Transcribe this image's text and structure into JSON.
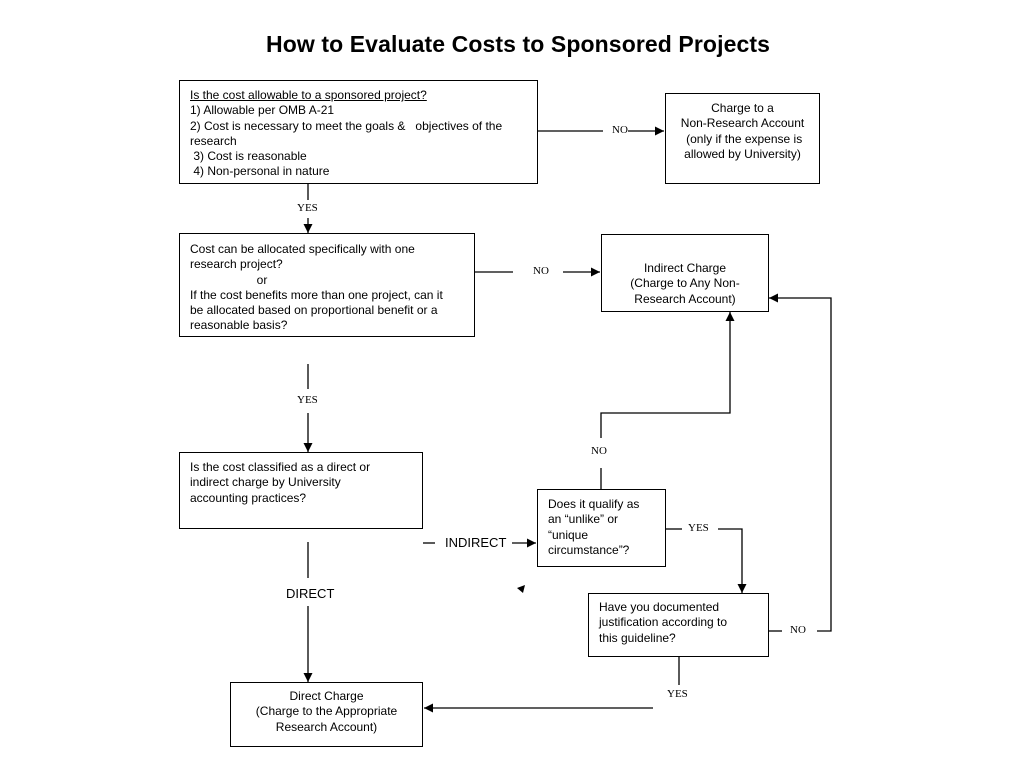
{
  "title": "How to Evaluate Costs to Sponsored Projects",
  "boxes": {
    "allowable": {
      "heading": "Is the cost allowable to a sponsored project?",
      "lines": [
        "1) Allowable per OMB A-21",
        "2) Cost is necessary to meet the goals &   objectives of the",
        "research",
        " 3) Cost is reasonable",
        " 4) Non-personal in nature"
      ]
    },
    "non_research": {
      "lines": [
        "Charge to a",
        "Non-Research Account",
        " (only if the expense is",
        "allowed by University)"
      ]
    },
    "allocated": {
      "lines": [
        "Cost can be allocated specifically with one",
        "research project?",
        "                    or",
        "If the cost benefits more than one project, can it",
        "be allocated based on proportional benefit or a",
        "reasonable basis?"
      ]
    },
    "indirect_charge": {
      "lines": [
        "Indirect Charge",
        "(Charge to Any Non-",
        "Research Account)"
      ]
    },
    "classified": {
      "lines": [
        "Is the cost classified as a direct or",
        "indirect charge by University",
        "accounting practices?"
      ]
    },
    "unlike": {
      "lines": [
        "Does it qualify as",
        "an “unlike” or",
        "“unique",
        "circumstance”?"
      ]
    },
    "documented": {
      "lines": [
        "Have you documented",
        "justification according to",
        "this guideline?"
      ]
    },
    "direct_charge": {
      "lines": [
        "Direct Charge",
        "(Charge to the Appropriate",
        "Research Account)"
      ]
    }
  },
  "edge_labels": {
    "no_allowable": "NO",
    "yes_allowable": "YES",
    "no_allocated": "NO",
    "yes_allocated": "YES",
    "indirect": "INDIRECT",
    "direct": "DIRECT",
    "no_unlike": "NO",
    "yes_unlike": "YES",
    "no_documented": "NO",
    "yes_documented": "YES"
  }
}
